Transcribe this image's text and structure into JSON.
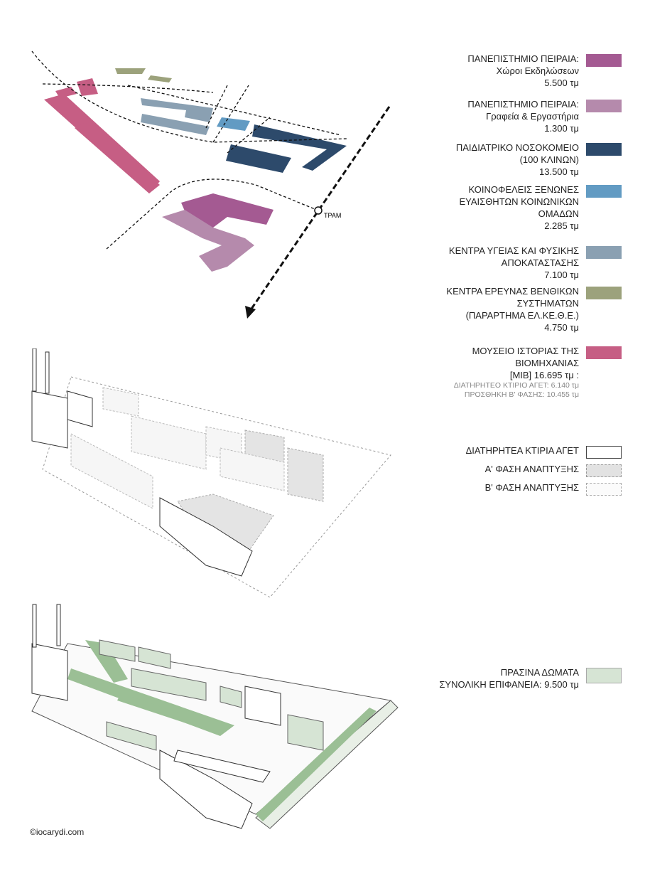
{
  "legend": [
    {
      "lines": [
        "ΠΑΝΕΠΙΣΤΗΜΙΟ ΠΕΙΡΑΙΑ:",
        "Χώροι Εκδηλώσεων",
        "5.500 τμ"
      ],
      "color": "#a45a92"
    },
    {
      "lines": [
        "ΠΑΝΕΠΙΣΤΗΜΙΟ ΠΕΙΡΑΙΑ:",
        "Γραφεία & Εργαστήρια",
        "1.300 τμ"
      ],
      "color": "#b58aac"
    },
    {
      "lines": [
        "ΠΑΙΔΙΑΤΡΙΚΟ ΝΟΣΟΚΟΜΕΙΟ",
        "(100 ΚΛΙΝΩΝ)",
        "13.500 τμ"
      ],
      "color": "#2d4a6b"
    },
    {
      "lines": [
        "ΚΟΙΝΟΦΕΛΕΙΣ ΞΕΝΩΝΕΣ",
        "ΕΥΑΙΣΘΗΤΩΝ ΚΟΙΝΩΝΙΚΩΝ",
        "ΟΜΑΔΩΝ",
        "2.285 τμ"
      ],
      "color": "#629bc3"
    },
    {
      "lines": [
        "ΚΕΝΤΡΑ ΥΓΕΙΑΣ ΚΑΙ ΦΥΣΙΚΗΣ",
        "ΑΠΟΚΑΤΑΣΤΑΣΗΣ",
        "7.100 τμ"
      ],
      "color": "#8aa0b2"
    },
    {
      "lines": [
        "ΚΕΝΤΡΑ ΕΡΕΥΝΑΣ ΒΕΝΘΙΚΩΝ",
        "ΣΥΣΤΗΜΑΤΩΝ",
        "(ΠΑΡΑΡΤΗΜΑ ΕΛ.ΚΕ.Θ.Ε.)",
        "4.750 τμ"
      ],
      "color": "#9ca27c"
    },
    {
      "lines": [
        "ΜΟΥΣΕΙΟ ΙΣΤΟΡΙΑΣ ΤΗΣ",
        "ΒΙΟΜΗΧΑΝΙΑΣ",
        "[ΜΙΒ] 16.695 τμ :"
      ],
      "sublines": [
        "ΔΙΑΤΗΡΗΤΕΟ ΚΤΙΡΙΟ ΑΓΕΤ: 6.140 τμ",
        "ΠΡΟΣΘΗΚΗ Β' ΦΑΣΗΣ: 10.455 τμ"
      ],
      "color": "#c65e84"
    }
  ],
  "phases": [
    {
      "label": "ΔΙΑΤΗΡΗΤΕΑ ΚΤΙΡΙΑ  ΑΓΕΤ"
    },
    {
      "label": "Α' ΦΑΣΗ ΑΝΑΠΤΥΞΗΣ"
    },
    {
      "label": "Β' ΦΑΣΗ ΑΝΑΠΤΥΞΗΣ"
    }
  ],
  "green": {
    "lines": [
      "ΠΡΑΣΙΝΑ ΔΩΜΑΤΑ",
      "ΣΥΝΟΛΙΚΗ ΕΠΙΦΑΝΕΙΑ: 9.500 τμ"
    ],
    "color": "#d6e4d4"
  },
  "tram_label": "ΤΡΑΜ",
  "copyright": "©iocarydi.com"
}
